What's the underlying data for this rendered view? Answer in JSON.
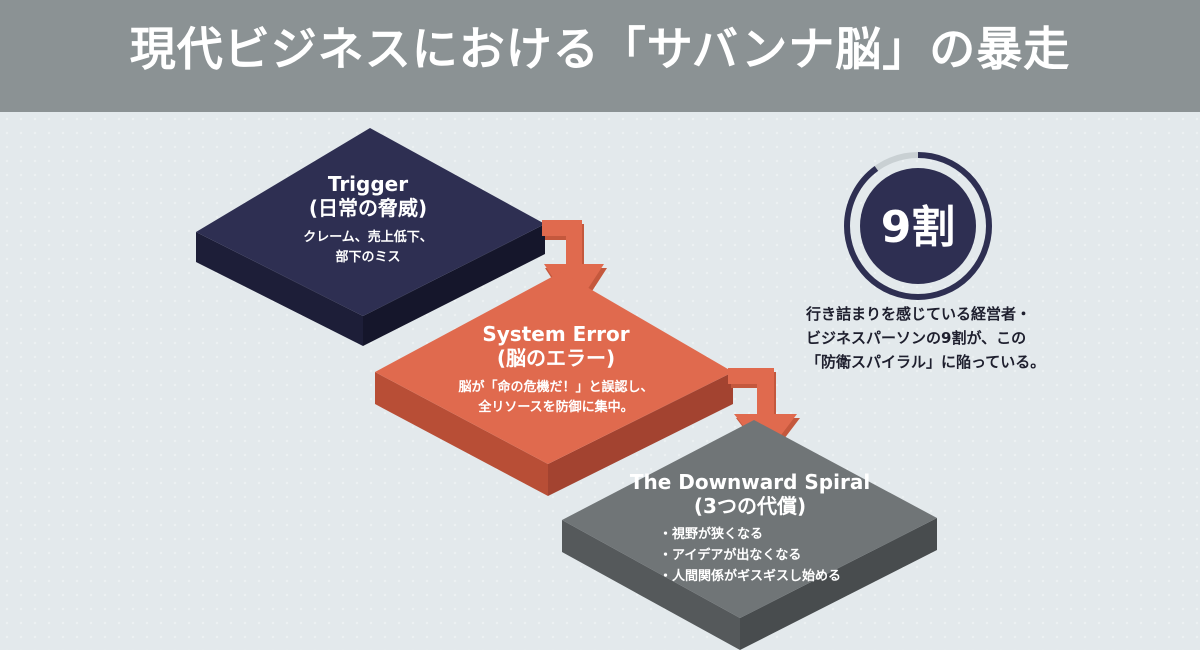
{
  "header": {
    "title": "現代ビジネスにおける「サバンナ脳」の暴走"
  },
  "steps": [
    {
      "title": "Trigger",
      "subtitle": "(日常の脅威)",
      "description_lines": [
        "クレーム、売上低下、",
        "部下のミス"
      ],
      "color": "#2e2f52"
    },
    {
      "title": "System Error",
      "subtitle": "(脳のエラー)",
      "description_lines": [
        "脳が「命の危機だ！」と誤認し、",
        "全リソースを防御に集中。"
      ],
      "color": "#e06a4e"
    },
    {
      "title": "The Downward Spiral",
      "subtitle": "(3つの代償)",
      "bullets": [
        "視野が狭くなる",
        "アイデアが出なくなる",
        "人間関係がギスギスし始める"
      ],
      "color": "#707577"
    }
  ],
  "stat": {
    "value": "9割",
    "ring_fraction": 0.9,
    "ring_color": "#2e2f52",
    "description_lines": [
      "行き詰まりを感じている経営者・",
      "ビジネスパーソンの9割が、この",
      "「防衛スパイラル」に陥っている。"
    ]
  },
  "colors": {
    "header_bg": "#8b9294",
    "background": "#e3e9ec",
    "arrow": "#e06a4e"
  }
}
